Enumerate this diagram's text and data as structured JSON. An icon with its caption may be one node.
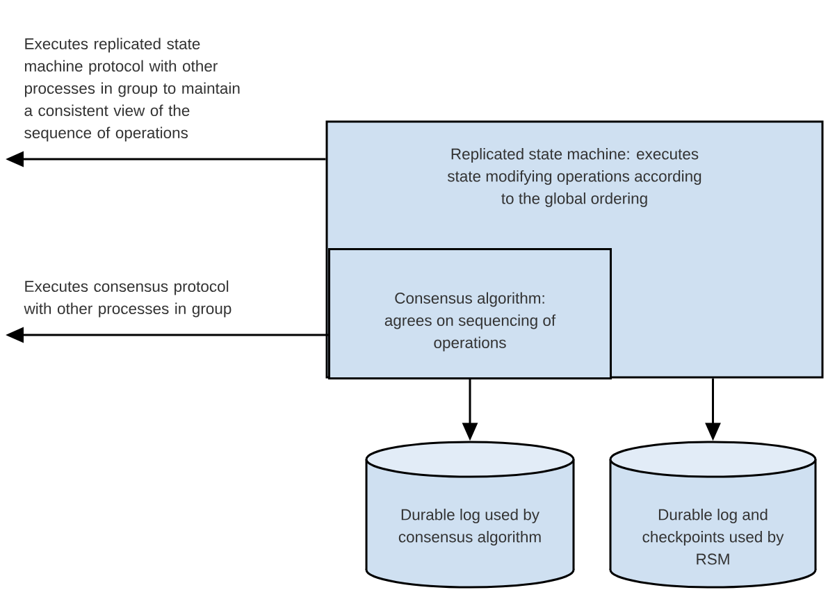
{
  "diagram": {
    "nodes": [
      {
        "text": [
          "Replicated state machine: executes state modifying operations according to the global ordering"
        ]
      },
      {
        "text": [
          "Consensus algorithm: agrees on sequencing of operations"
        ],
        "in": 0
      },
      {
        "text": [
          "Durable log used by consensus algorithm"
        ]
      },
      {
        "text": [
          "Durable log and checkpoints used by RSM"
        ]
      }
    ],
    "edges": [
      {
        "from": 0,
        "to": null,
        "arrow": "to",
        "label": "Executes replicated state machine protocol with other processes in group to maintain a consistent view of the sequence of operations"
      },
      {
        "from": 1,
        "to": null,
        "arrow": "to",
        "label": "Executes consensus protocol with other processes in group"
      },
      {
        "from": 1,
        "to": 2,
        "arrow": "to"
      },
      {
        "from": 0,
        "to": 3,
        "arrow": "to"
      }
    ]
  }
}
